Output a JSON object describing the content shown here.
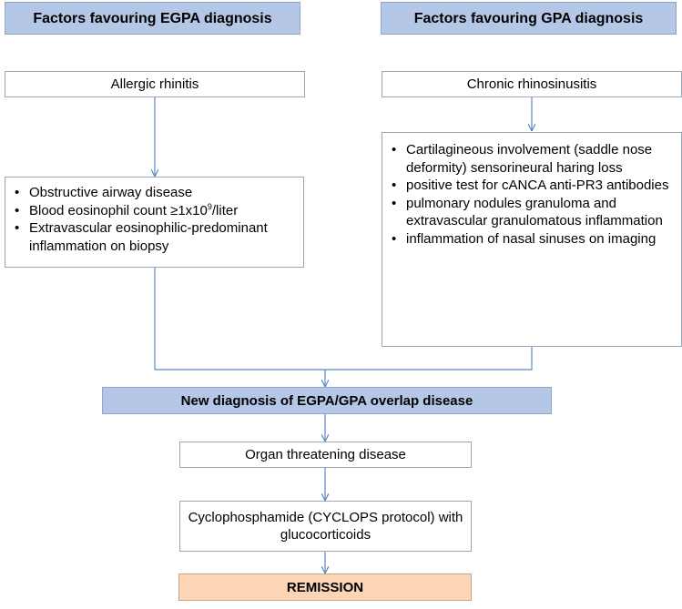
{
  "headers": {
    "egpa": "Factors favouring EGPA diagnosis",
    "gpa": "Factors favouring GPA diagnosis"
  },
  "egpa": {
    "top": "Allergic rhinitis",
    "items": [
      "Obstructive airway disease",
      "Blood eosinophil count ≥1x10",
      "Extravascular eosinophilic-predominant inflammation on biopsy"
    ],
    "eos_sup": "9",
    "eos_unit": "/liter"
  },
  "gpa": {
    "top": "Chronic rhinosinusitis",
    "items": [
      "Cartilagineous involvement (saddle nose deformity) sensorineural haring loss",
      "positive test for cANCA anti-PR3 antibodies",
      "pulmonary nodules granuloma and extravascular granulomatous inflammation",
      "inflammation of nasal sinuses on imaging"
    ]
  },
  "overlap": "New diagnosis of EGPA/GPA overlap disease",
  "organ": "Organ threatening disease",
  "treatment": "Cyclophosphamide (CYCLOPS protocol) with glucocorticoids",
  "remission": "REMISSION",
  "bullet_glyph": "•",
  "colors": {
    "header_fill": "#b4c7e7",
    "remission_fill": "#fbd5b5",
    "line": "#5b88c4"
  }
}
